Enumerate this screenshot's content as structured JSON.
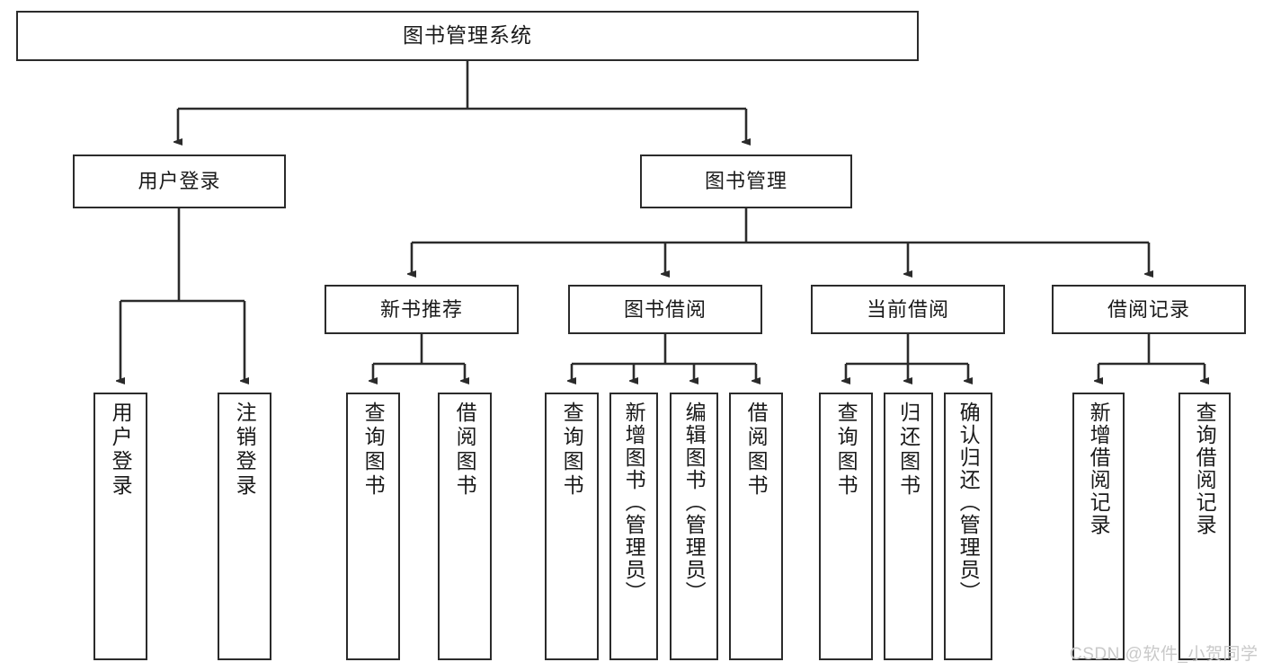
{
  "diagram": {
    "type": "tree-hierarchy",
    "title": "图书管理系统",
    "background_color": "#ffffff",
    "line_color": "#2b2b2b",
    "text_color": "#1a1a1a",
    "root": {
      "label": "图书管理系统"
    },
    "level1": [
      {
        "label": "用户登录"
      },
      {
        "label": "图书管理"
      }
    ],
    "level2": [
      {
        "label": "新书推荐"
      },
      {
        "label": "图书借阅"
      },
      {
        "label": "当前借阅"
      },
      {
        "label": "借阅记录"
      }
    ],
    "leaves": {
      "user_login": [
        {
          "label": "用户登录"
        },
        {
          "label": "注销登录"
        }
      ],
      "new_book_recommend": [
        {
          "label": "查询图书"
        },
        {
          "label": "借阅图书"
        }
      ],
      "book_borrow": [
        {
          "label": "查询图书"
        },
        {
          "label": "新增图书（管理员）"
        },
        {
          "label": "编辑图书（管理员）"
        },
        {
          "label": "借阅图书"
        }
      ],
      "current_borrow": [
        {
          "label": "查询图书"
        },
        {
          "label": "归还图书"
        },
        {
          "label": "确认归还（管理员）"
        }
      ],
      "borrow_record": [
        {
          "label": "新增借阅记录"
        },
        {
          "label": "查询借阅记录"
        }
      ]
    }
  },
  "watermark": {
    "text": "CSDN @软件_小贺同学"
  }
}
